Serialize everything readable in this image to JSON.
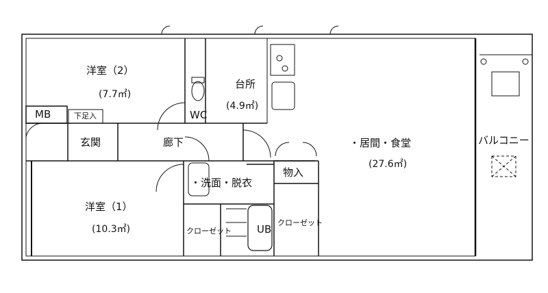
{
  "rooms": {
    "western_room_2": {
      "name": "洋室（2）",
      "area": "(7.7㎡)"
    },
    "kitchen": {
      "name": "台所",
      "area": "(4.9㎡)"
    },
    "mb": {
      "name": "MB"
    },
    "shoe_storage": {
      "name": "下足入"
    },
    "entrance": {
      "name": "玄関"
    },
    "corridor": {
      "name": "廊下"
    },
    "wc": {
      "name": "WC"
    },
    "living_dining": {
      "name": "・居間・食堂",
      "area": "(27.6㎡)"
    },
    "balcony": {
      "name": "バルコニー"
    },
    "storage": {
      "name": "物入"
    },
    "washroom": {
      "name": "・洗面・脱衣"
    },
    "western_room_1": {
      "name": "洋室（1）",
      "area": "(10.3㎡)"
    },
    "closet_1": {
      "name": "クローゼット"
    },
    "unit_bath": {
      "name": "UB"
    },
    "closet_2": {
      "name": "クローゼット"
    }
  },
  "colors": {
    "line": "#111111",
    "background": "#ffffff"
  }
}
